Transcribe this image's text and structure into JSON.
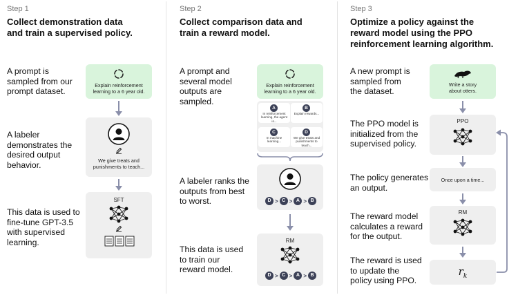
{
  "step1": {
    "label": "Step 1",
    "title_line1": "Collect demonstration data",
    "title_line2": "and train a supervised policy.",
    "desc1": [
      "A prompt is",
      "sampled from our",
      "prompt dataset."
    ],
    "desc2": [
      "A labeler",
      "demonstrates the",
      "desired output",
      "behavior."
    ],
    "desc3": [
      "This data is used to",
      "fine-tune GPT-3.5",
      "with supervised",
      "learning."
    ],
    "prompt_text": [
      "Explain reinforcement",
      "learning to a 6 year old."
    ],
    "labeler_text": [
      "We give treats and",
      "punishments to teach..."
    ],
    "model_label": "SFT"
  },
  "step2": {
    "label": "Step 2",
    "title_line1": "Collect comparison data and",
    "title_line2": "train a reward model.",
    "desc1": [
      "A prompt and",
      "several model",
      "outputs are",
      "sampled."
    ],
    "desc2": [
      "A labeler ranks the",
      "outputs from best",
      "to worst."
    ],
    "desc3": [
      "This data is used",
      "to train our",
      "reward model."
    ],
    "prompt_text": [
      "Explain reinforcement",
      "learning to a 6 year old."
    ],
    "outputs": [
      {
        "letter": "A",
        "text": "In reinforcement learning, the agent is..."
      },
      {
        "letter": "B",
        "text": "Explain rewards..."
      },
      {
        "letter": "C",
        "text": "In machine learning..."
      },
      {
        "letter": "D",
        "text": "We give treats and punishments to teach..."
      }
    ],
    "ranking": [
      "D",
      "C",
      "A",
      "B"
    ],
    "ranking_sep": ">",
    "model_label": "RM"
  },
  "step3": {
    "label": "Step 3",
    "title_line1": "Optimize a policy against the",
    "title_line2": "reward model using the PPO",
    "title_line3": "reinforcement learning algorithm.",
    "desc1": [
      "A new prompt is",
      "sampled from",
      "the dataset."
    ],
    "desc2": [
      "The PPO model is",
      "initialized from the",
      "supervised policy."
    ],
    "desc3": [
      "The policy generates",
      "an output."
    ],
    "desc4": [
      "The reward model",
      "calculates a reward",
      "for the output."
    ],
    "desc5": [
      "The reward is used",
      "to update the",
      "policy using PPO."
    ],
    "prompt_text": [
      "Write a story",
      "about otters."
    ],
    "ppo_label": "PPO",
    "output_text": "Once upon a time...",
    "rm_label": "RM",
    "reward_symbol": "r",
    "reward_sub": "k"
  },
  "colors": {
    "green_box": "#d9f4dc",
    "gray_box": "#efefef",
    "arrow": "#8a8faa",
    "chip": "#3c4157"
  },
  "icons": [
    "openai-logo-icon",
    "labeler-person-icon",
    "pencil-icon",
    "document-icon",
    "neural-network-icon",
    "otter-icon",
    "bracket-icon"
  ]
}
